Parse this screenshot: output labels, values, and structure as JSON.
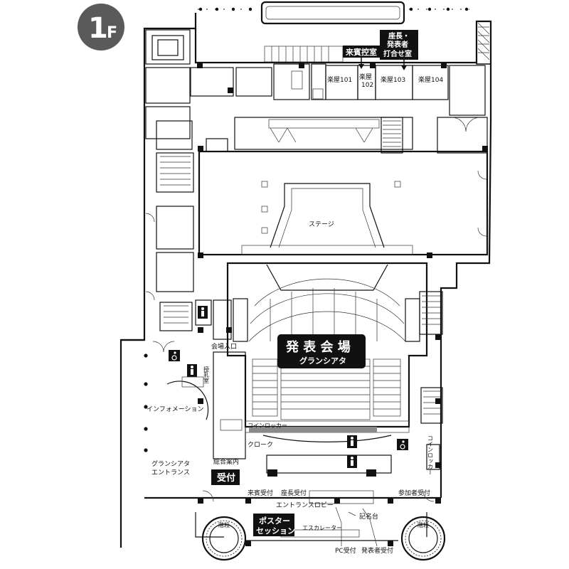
{
  "floor": {
    "number": "1",
    "suffix": "F"
  },
  "labels": {
    "guest_lounge": "来賓控室",
    "chair_room_l1": "座長・",
    "chair_room_l2": "発表者",
    "chair_room_l3": "打合せ室",
    "green_room_101": "楽屋101",
    "green_room_102_a": "楽屋",
    "green_room_102_b": "102",
    "green_room_103": "楽屋103",
    "green_room_104": "楽屋104",
    "stage": "ステージ",
    "venue_title": "発 表 会 場",
    "venue_subtitle": "グランシアタ",
    "hall_entrance": "会場入口",
    "nursing_room": "授乳室",
    "information": "インフォメーション",
    "coin_locker_center": "コインロッカー",
    "coin_locker_right": "コインロッカー",
    "cloak": "クローク",
    "general_info": "総合案内",
    "reception": "受付",
    "grand_entrance_l1": "グランシアタ",
    "grand_entrance_l2": "エントランス",
    "guest_reception": "来賓受付",
    "chair_reception": "座長受付",
    "attendee_reception": "参加者受付",
    "entrance_lobby": "エントランスロビー",
    "name_desk": "記名台",
    "poster_l1": "ポスター",
    "poster_l2": "セッション",
    "escalator": "エスカレーター",
    "stairs_left": "階段",
    "stairs_right": "階段",
    "pc_reception": "PC受付",
    "presenter_reception": "発表者受付"
  },
  "icons": {
    "wheelchair": "wheelchair-icon",
    "restroom": "restroom-icon",
    "escalator_arrow": "arrow-icon"
  },
  "colors": {
    "badge": "#5a5a5a",
    "ink": "#111111",
    "label_bg": "#111111",
    "paper": "#ffffff"
  }
}
